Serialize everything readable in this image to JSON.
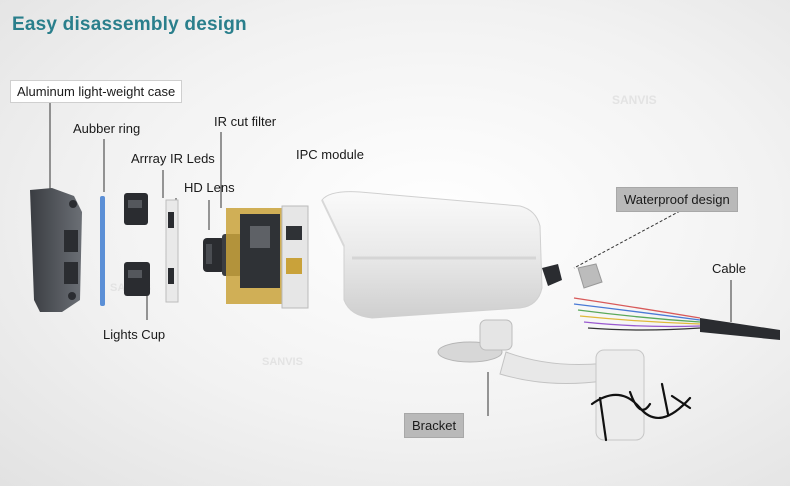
{
  "title": "Easy disassembly design",
  "labels": {
    "aluminum_case": "Aluminum light-weight case",
    "rubber_ring": "Aubber ring",
    "ir_leds": "Arrray IR Leds",
    "ir_cut_filter": "IR cut filter",
    "hd_lens": "HD Lens",
    "ipc_module": "IPC module",
    "waterproof": "Waterproof design",
    "cable": "Cable",
    "lights_cup": "Lights Cup",
    "bracket": "Bracket"
  },
  "watermark": "SANVIS",
  "colors": {
    "title": "#2a7f8c",
    "dark_tag": "#b9b9b9",
    "rubber_ring": "#5b8fd6",
    "pcb": "#c9a23a"
  }
}
